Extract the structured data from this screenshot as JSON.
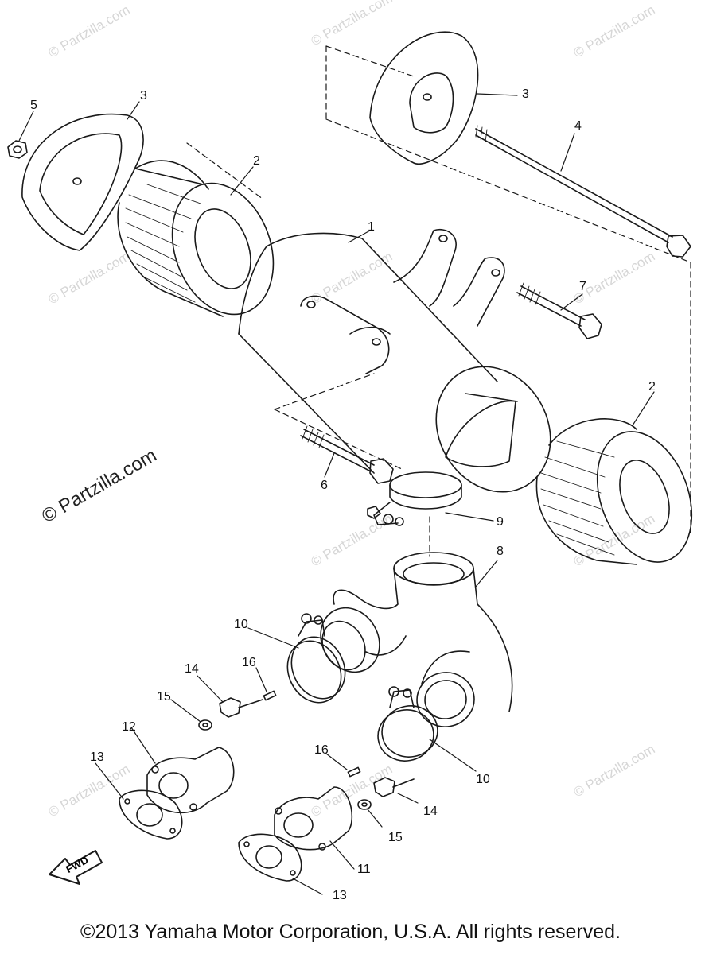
{
  "watermark": {
    "small": "© Partzilla.com",
    "large": "© Partzilla.com"
  },
  "callouts": {
    "c1": "1",
    "c2a": "2",
    "c2b": "2",
    "c3a": "3",
    "c3b": "3",
    "c4": "4",
    "c5": "5",
    "c6": "6",
    "c7": "7",
    "c8": "8",
    "c9": "9",
    "c10a": "10",
    "c10b": "10",
    "c11": "11",
    "c12": "12",
    "c13a": "13",
    "c13b": "13",
    "c14a": "14",
    "c14b": "14",
    "c15a": "15",
    "c15b": "15",
    "c16a": "16",
    "c16b": "16"
  },
  "fwd_label": "FWD",
  "copyright": "©2013 Yamaha Motor Corporation, U.S.A. All rights reserved."
}
